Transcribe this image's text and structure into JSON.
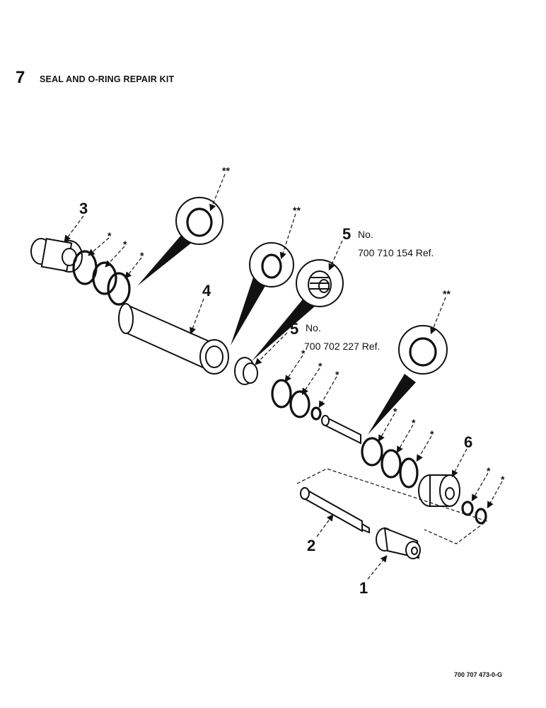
{
  "header": {
    "section_number": "7",
    "title": "SEAL AND O-RING REPAIR KIT"
  },
  "callouts": [
    {
      "id": "c1",
      "label": "1"
    },
    {
      "id": "c2",
      "label": "2"
    },
    {
      "id": "c3",
      "label": "3"
    },
    {
      "id": "c4",
      "label": "4"
    },
    {
      "id": "c5a",
      "label": "5"
    },
    {
      "id": "c5b",
      "label": "5"
    },
    {
      "id": "c6",
      "label": "6"
    }
  ],
  "references": {
    "upper": {
      "no": "No.",
      "part": "700 710 154 Ref."
    },
    "lower": {
      "no": "No.",
      "part": "700 702 227 Ref."
    }
  },
  "markers": {
    "single": "*",
    "double": "**"
  },
  "footer": {
    "drawing_number": "700 707 473-0-G"
  }
}
